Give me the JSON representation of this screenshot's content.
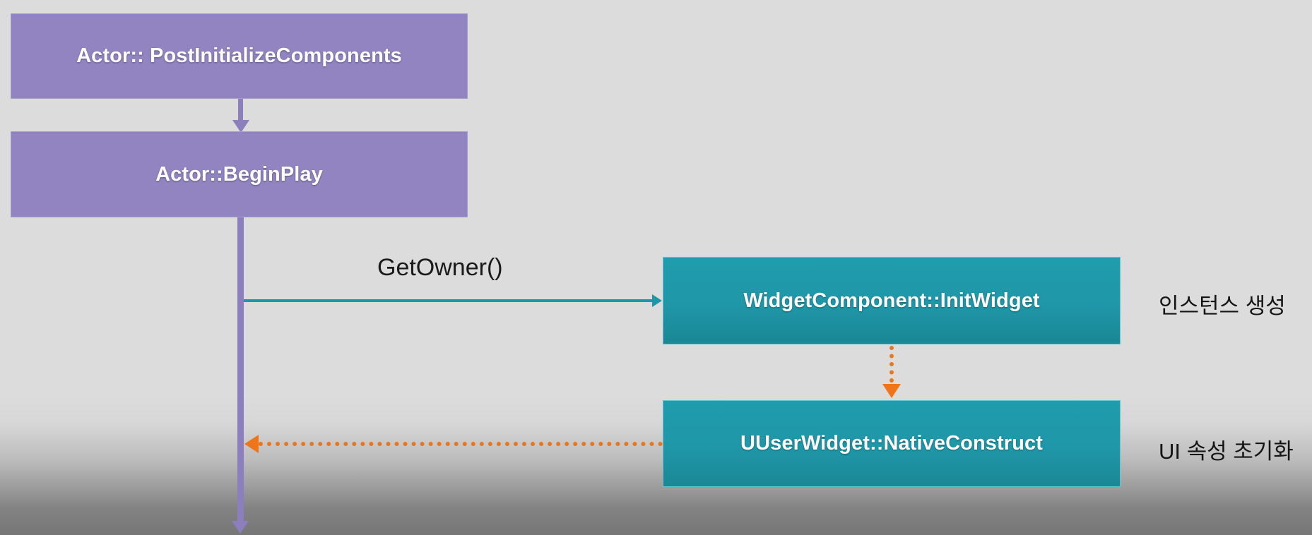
{
  "diagram": {
    "type": "sequence-flow",
    "title_text": "",
    "colors": {
      "background": "#dcdcdc",
      "background_bottom": "#767676",
      "node_purple": "#9184c0",
      "node_teal": "#1f9cad",
      "arrow_purple": "#8d7fbe",
      "arrow_teal": "#1a97a8",
      "arrow_orange": "#e8761c",
      "node_text": "#ffffff",
      "label_text": "#1a1a1a"
    },
    "nodes": [
      {
        "id": "post-init",
        "label": "Actor:: PostInitializeComponents",
        "style": "purple"
      },
      {
        "id": "begin-play",
        "label": "Actor::BeginPlay",
        "style": "purple"
      },
      {
        "id": "init-widget",
        "label": "WidgetComponent::InitWidget",
        "style": "teal"
      },
      {
        "id": "native-construct",
        "label": "UUserWidget::NativeConstruct",
        "style": "teal"
      }
    ],
    "edges": [
      {
        "id": "post-init-to-begin-play",
        "label": "",
        "style": "solid-purple"
      },
      {
        "id": "begin-play-to-init-widget",
        "label": "GetOwner()",
        "style": "solid-teal"
      },
      {
        "id": "init-widget-to-native-construct",
        "label": "",
        "style": "dotted-orange"
      },
      {
        "id": "native-construct-to-lifeline",
        "label": "",
        "style": "dotted-orange"
      },
      {
        "id": "begin-play-lifeline",
        "label": "",
        "style": "solid-purple"
      }
    ],
    "annotations": [
      {
        "id": "note-instance-creation",
        "text": "인스턴스 생성"
      },
      {
        "id": "note-ui-init",
        "text": "UI 속성 초기화"
      }
    ]
  }
}
